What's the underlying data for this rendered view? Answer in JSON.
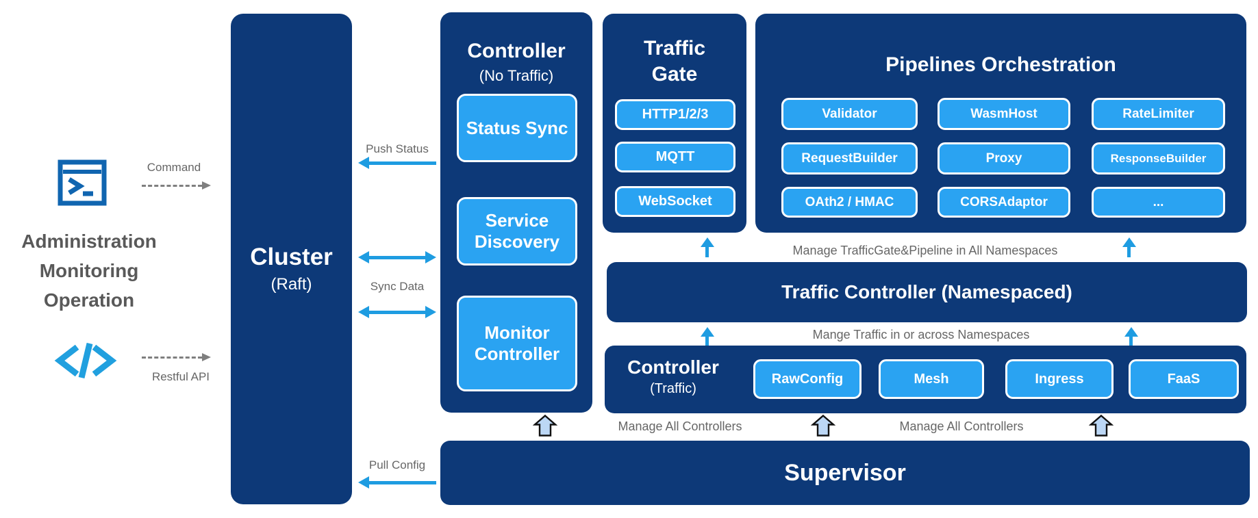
{
  "colors": {
    "navy_box": "#0D3978",
    "chip_blue": "#2AA3F2",
    "arrow_blue": "#1E9CE1",
    "terminal_icon_blue": "#1065B0",
    "code_icon_blue": "#21A0DF",
    "hollow_arrow_fill": "#BCD7F5",
    "gray_label": "#666666",
    "admin_text_gray": "#595959"
  },
  "admin": {
    "terminal_icon": "terminal-window-icon",
    "code_icon": "code-tags-icon",
    "command_label": "Command",
    "restful_label": "Restful API",
    "lines": [
      "Administration",
      "Monitoring",
      "Operation"
    ]
  },
  "cluster": {
    "title": "Cluster",
    "subtitle": "(Raft)"
  },
  "sync": {
    "push_status": "Push Status",
    "sync_data": "Sync Data",
    "pull_config": "Pull Config"
  },
  "controller_no_traffic": {
    "title": "Controller",
    "subtitle": "(No Traffic)",
    "modules": [
      "Status Sync",
      "Service Discovery",
      "Monitor Controller"
    ]
  },
  "traffic_gate": {
    "title": "Traffic Gate",
    "protocols": [
      "HTTP1/2/3",
      "MQTT",
      "WebSocket"
    ]
  },
  "pipelines": {
    "title": "Pipelines Orchestration",
    "filters": [
      [
        "Validator",
        "WasmHost",
        "RateLimiter"
      ],
      [
        "RequestBuilder",
        "Proxy",
        "ResponseBuilder"
      ],
      [
        "OAth2 / HMAC",
        "CORSAdaptor",
        "..."
      ]
    ]
  },
  "traffic_controller": {
    "title": "Traffic Controller (Namespaced)",
    "manage_top": "Manage TrafficGate&Pipeline in All Namespaces",
    "manage_bottom": "Mange Traffic in or across Namespaces"
  },
  "controller_traffic": {
    "title": "Controller",
    "subtitle": "(Traffic)",
    "modules": [
      "RawConfig",
      "Mesh",
      "Ingress",
      "FaaS"
    ]
  },
  "supervisor": {
    "title": "Supervisor",
    "manage_left": "Manage All Controllers",
    "manage_right": "Manage All Controllers"
  }
}
